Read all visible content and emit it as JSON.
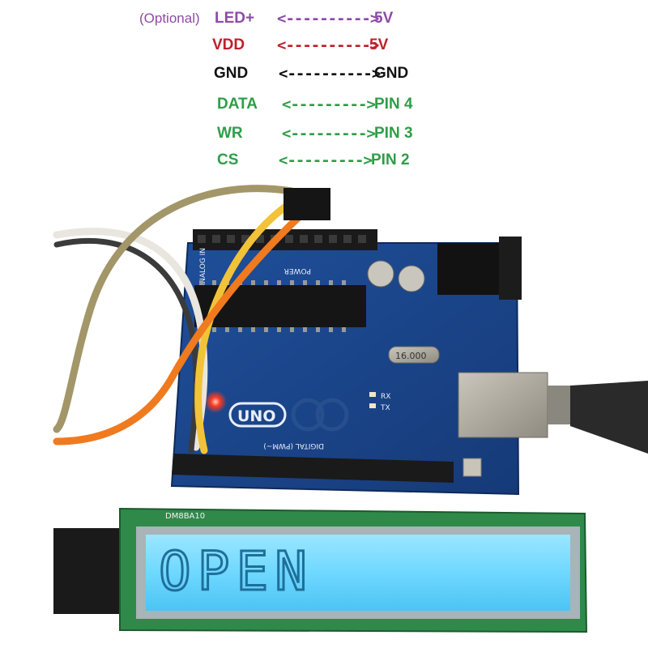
{
  "connections": [
    {
      "optional": "(Optional)",
      "signal": "LED+",
      "arrow": "<---------->",
      "target": "5V",
      "color": "#8e4aa8"
    },
    {
      "signal": "VDD",
      "arrow": "<---------->",
      "target": "5V",
      "color": "#c0202a"
    },
    {
      "signal": "GND",
      "arrow": "<---------->",
      "target": "GND",
      "color": "#111111"
    },
    {
      "signal": "DATA",
      "arrow": "<--------->",
      "target": "PIN 4",
      "color": "#2e9e47"
    },
    {
      "signal": "WR",
      "arrow": "<--------->",
      "target": "PIN 3",
      "color": "#2e9e47"
    },
    {
      "signal": "CS",
      "arrow": "<--------->",
      "target": "PIN 2",
      "color": "#2e9e47"
    }
  ],
  "board": {
    "logo": "UNO",
    "power_header": "POWER",
    "analog_header": "ANALOG IN",
    "digital_header": "DIGITAL (PWM~)",
    "tx": "TX",
    "rx": "RX",
    "crystal": "16.000"
  },
  "lcd_module": {
    "model": "DM8BA10",
    "display_text": "OPEN",
    "backlight_color": "#6fd8ff"
  }
}
